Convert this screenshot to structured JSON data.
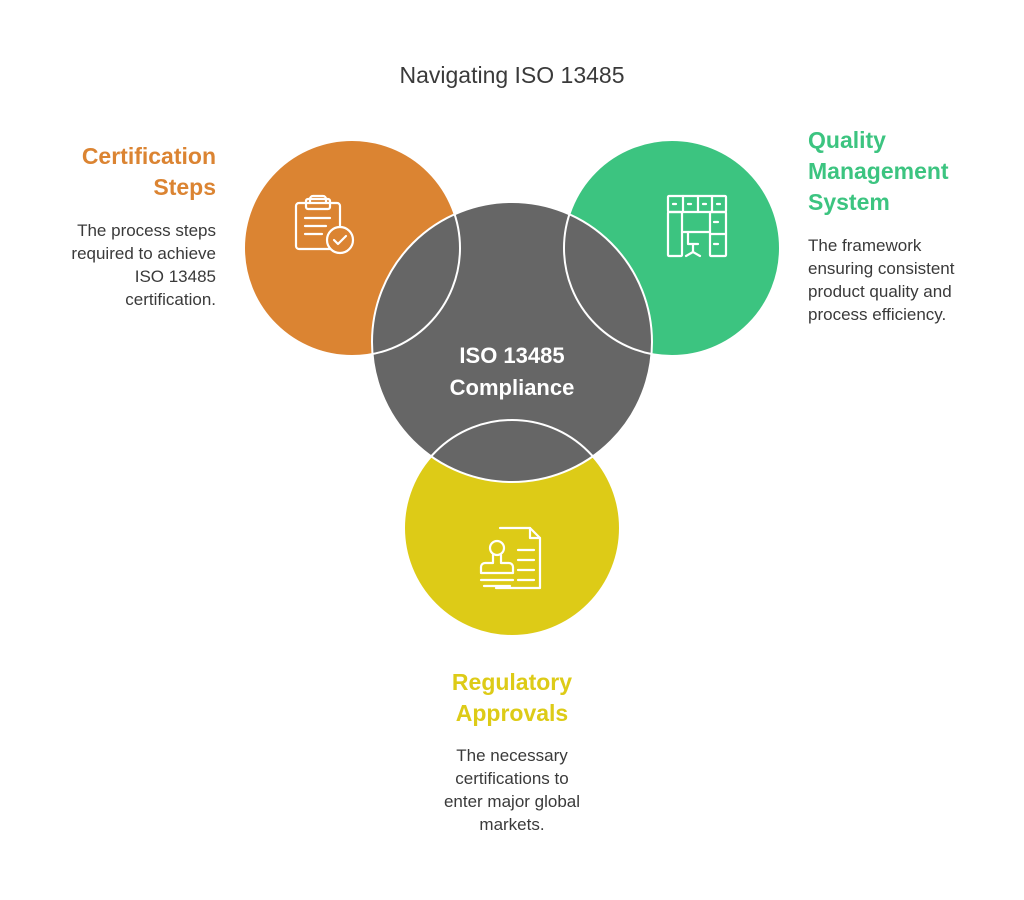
{
  "title": "Navigating ISO 13485",
  "center": {
    "label_line1": "ISO 13485",
    "label_line2": "Compliance",
    "color": "#666666"
  },
  "nodes": {
    "certification": {
      "heading_line1": "Certification",
      "heading_line2": "Steps",
      "desc_lines": [
        "The process steps",
        "required to achieve",
        "ISO 13485",
        "certification."
      ],
      "color": "#DB8432",
      "icon": "clipboard-check-icon"
    },
    "quality": {
      "heading_line1": "Quality",
      "heading_line2": "Management",
      "heading_line3": "System",
      "desc_lines": [
        "The framework",
        "ensuring consistent",
        "product quality and",
        "process efficiency."
      ],
      "color": "#3CC480",
      "icon": "office-cabinet-desk-icon"
    },
    "regulatory": {
      "heading_line1": "Regulatory",
      "heading_line2": "Approvals",
      "desc_lines": [
        "The necessary",
        "certifications to",
        "enter major global",
        "markets."
      ],
      "color": "#DDCB17",
      "icon": "stamp-document-icon"
    }
  }
}
